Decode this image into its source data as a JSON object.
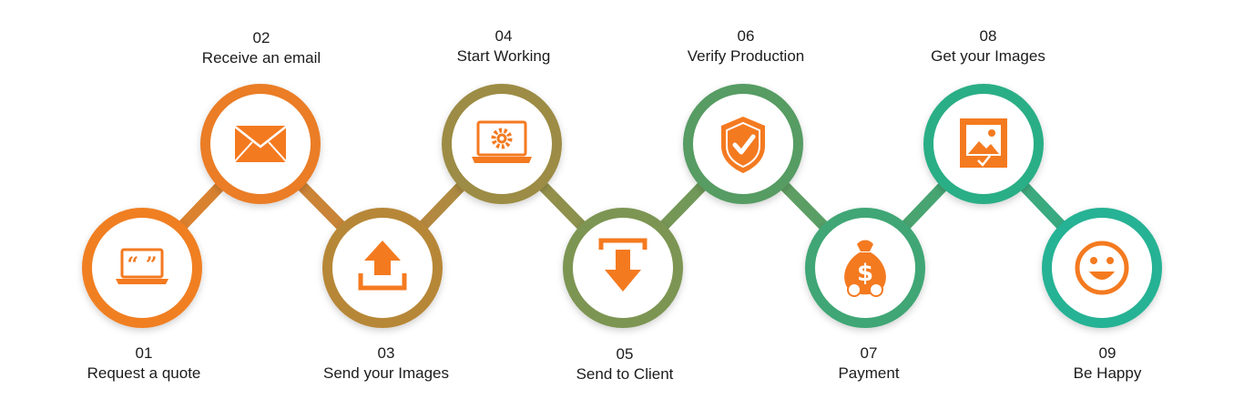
{
  "steps": [
    {
      "number": "01",
      "label": "Request a quote",
      "icon": "laptop-quote-icon",
      "ring_color": "#f07f22"
    },
    {
      "number": "02",
      "label": "Receive an email",
      "icon": "envelope-icon",
      "ring_color": "#ea7d28"
    },
    {
      "number": "03",
      "label": "Send your Images",
      "icon": "upload-icon",
      "ring_color": "#b78738"
    },
    {
      "number": "04",
      "label": "Start Working",
      "icon": "laptop-gear-icon",
      "ring_color": "#9c8c45"
    },
    {
      "number": "05",
      "label": "Send to Client",
      "icon": "download-icon",
      "ring_color": "#7d9552"
    },
    {
      "number": "06",
      "label": "Verify Production",
      "icon": "shield-check-icon",
      "ring_color": "#579c63"
    },
    {
      "number": "07",
      "label": "Payment",
      "icon": "money-bag-icon",
      "ring_color": "#3fa675"
    },
    {
      "number": "08",
      "label": "Get your Images",
      "icon": "image-check-icon",
      "ring_color": "#2cae86"
    },
    {
      "number": "09",
      "label": "Be Happy",
      "icon": "smiley-icon",
      "ring_color": "#26b294"
    }
  ],
  "colors": {
    "icon": "#f47a20",
    "text": "#1c1c1c"
  }
}
